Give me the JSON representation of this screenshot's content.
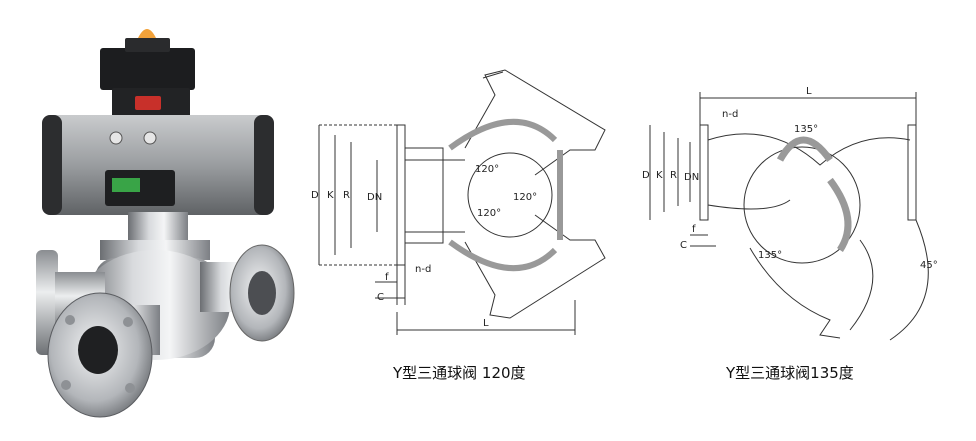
{
  "photo": {
    "description_icon": "pneumatic-y-valve-photo"
  },
  "drawing_120": {
    "caption": "Y型三通球阀 120度",
    "labels": {
      "D": "D",
      "K": "K",
      "R": "R",
      "DN": "DN",
      "f": "f",
      "C": "C",
      "nd": "n-d",
      "L": "L",
      "a1": "120°",
      "a2": "120°",
      "a3": "120°"
    }
  },
  "drawing_135": {
    "caption": "Y型三通球阀135度",
    "labels": {
      "D": "D",
      "K": "K",
      "R": "R",
      "DN": "DN",
      "f": "f",
      "C": "C",
      "nd": "n-d",
      "L": "L",
      "a1": "135°",
      "a2": "135°",
      "a3": "45°"
    }
  }
}
